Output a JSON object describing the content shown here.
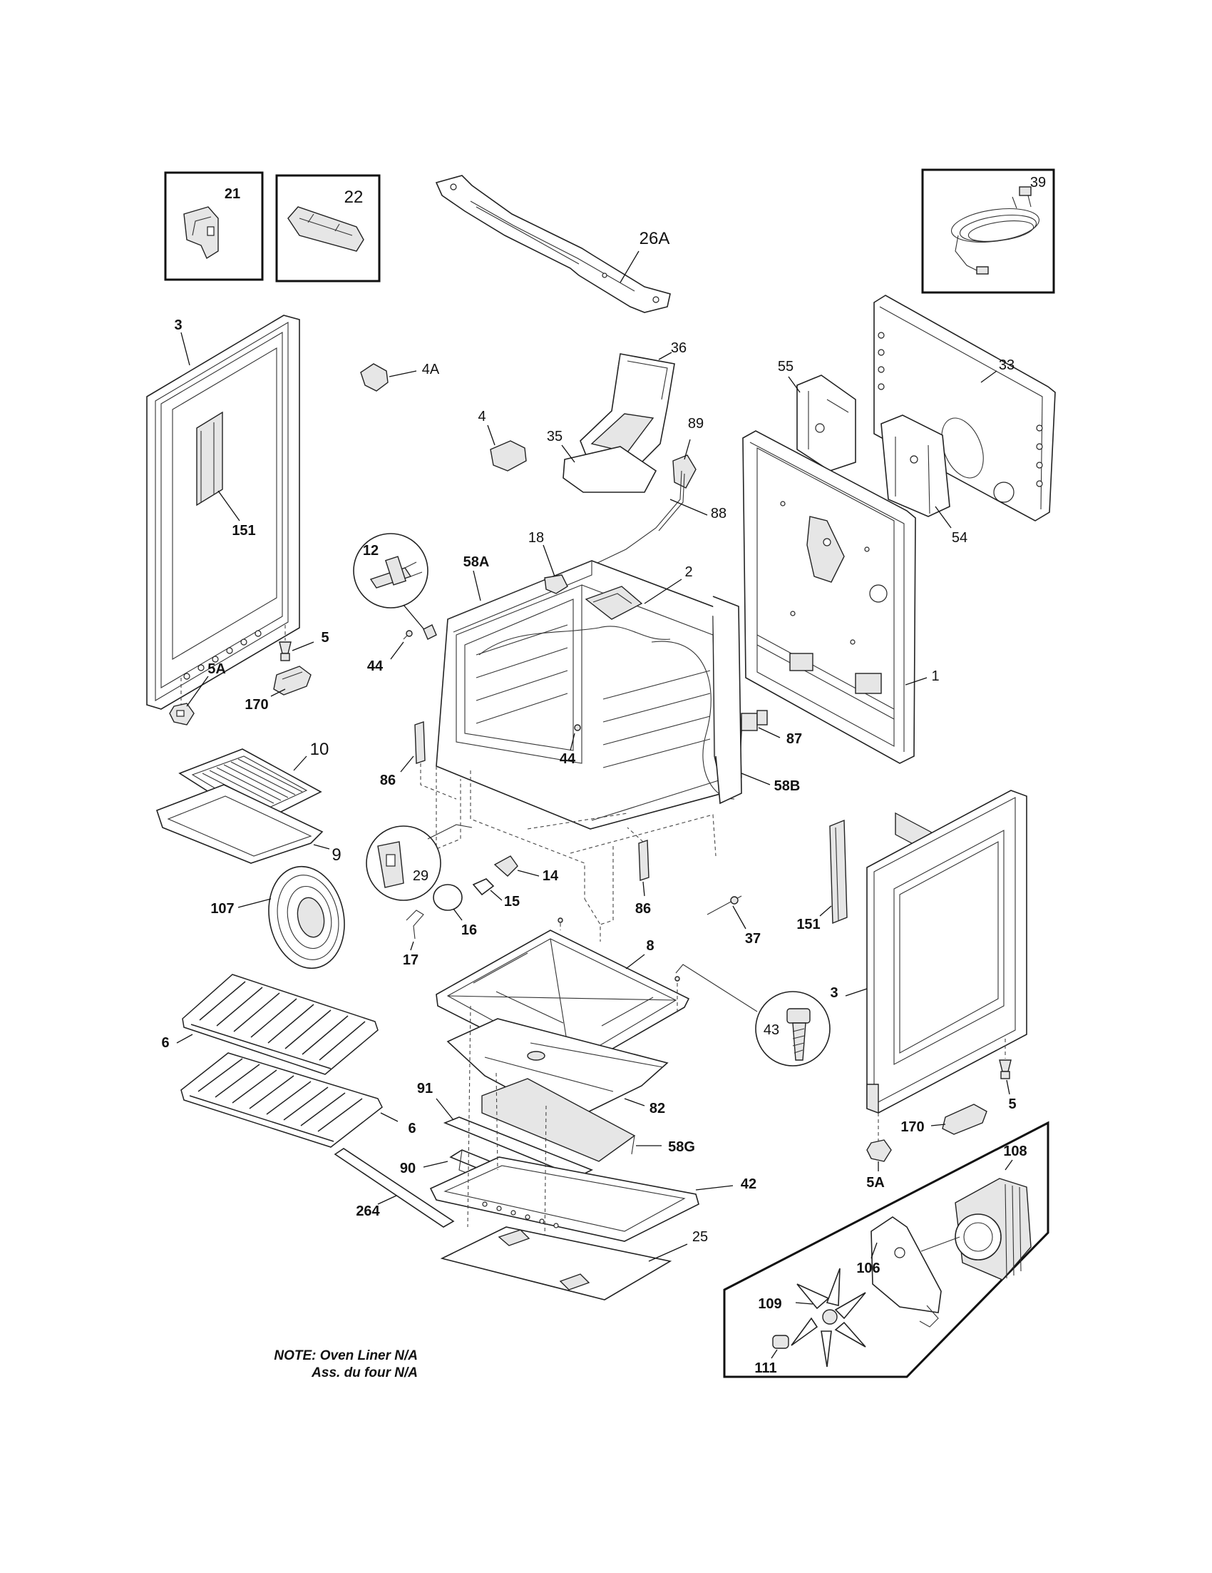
{
  "labels": {
    "l21": "21",
    "l22": "22",
    "l26A": "26A",
    "l39": "39",
    "l3a": "3",
    "l4A": "4A",
    "l36": "36",
    "l33": "33",
    "l55": "55",
    "l4": "4",
    "l35": "35",
    "l89": "89",
    "l88": "88",
    "l54": "54",
    "l151a": "151",
    "l12": "12",
    "l58A": "58A",
    "l18": "18",
    "l2": "2",
    "l5a": "5",
    "l5Aa": "5A",
    "l44a": "44",
    "l170a": "170",
    "l1": "1",
    "l87": "87",
    "l10": "10",
    "l86a": "86",
    "l44b": "44",
    "l58B": "58B",
    "l9": "9",
    "l29": "29",
    "l14": "14",
    "l107": "107",
    "l15": "15",
    "l86b": "86",
    "l151b": "151",
    "l16": "16",
    "l17": "17",
    "l37": "37",
    "l8": "8",
    "l3b": "3",
    "l43": "43",
    "l6a": "6",
    "l91": "91",
    "l82": "82",
    "l6b": "6",
    "l5b": "5",
    "l170b": "170",
    "l58G": "58G",
    "l108": "108",
    "l90": "90",
    "l42": "42",
    "l5Ab": "5A",
    "l264": "264",
    "l25": "25",
    "l106": "106",
    "l109": "109",
    "l111": "111"
  },
  "note": {
    "line1": "NOTE: Oven Liner N/A",
    "line2": "Ass. du four N/A"
  }
}
